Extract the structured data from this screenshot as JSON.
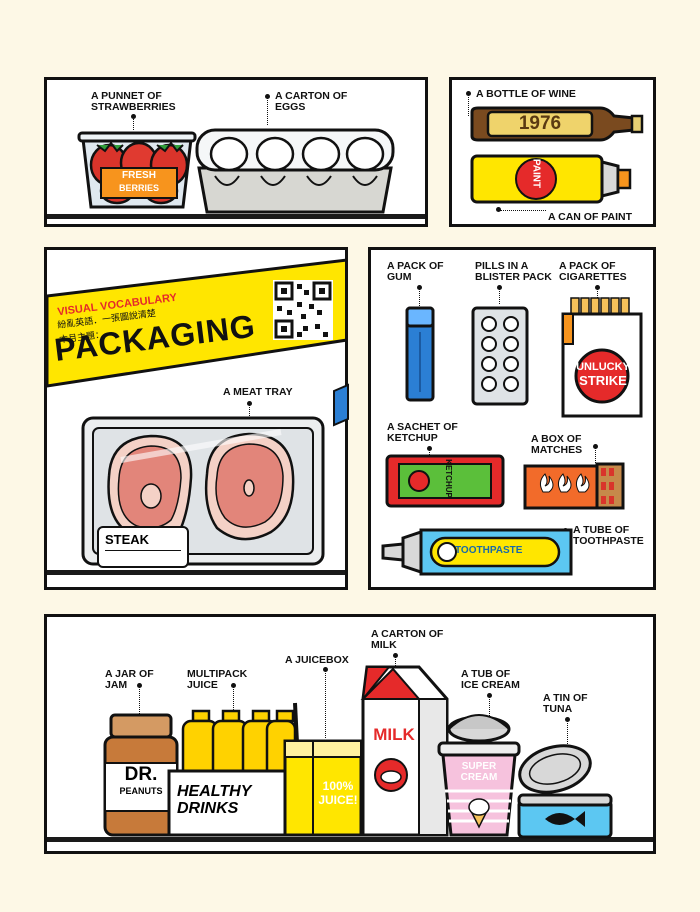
{
  "title": {
    "series": "VISUAL VOCABULARY",
    "subtitle": "紛亂英語．一張圖說清楚",
    "topic_prefix": "本月主題：",
    "topic": "PACKAGING"
  },
  "items": {
    "strawberries": {
      "label": "A PUNNET OF\nSTRAWBERRIES",
      "tag1": "FRESH",
      "tag2": "BERRIES"
    },
    "eggs": {
      "label": "A CARTON OF\nEGGS"
    },
    "wine": {
      "label": "A BOTTLE OF WINE",
      "year": "1976"
    },
    "paint": {
      "label": "A CAN OF PAINT",
      "text": "PAINT"
    },
    "gum": {
      "label": "A PACK OF\nGUM"
    },
    "pills": {
      "label": "PILLS IN A\nBLISTER PACK"
    },
    "cigarettes": {
      "label": "A PACK OF\nCIGARETTES",
      "brand1": "UNLUCKY",
      "brand2": "STRIKE"
    },
    "meat_tray": {
      "label": "A MEAT TRAY",
      "tag": "STEAK"
    },
    "ketchup": {
      "label": "A SACHET OF\nKETCHUP",
      "text": "KETCHUP"
    },
    "matches": {
      "label": "A BOX OF\nMATCHES"
    },
    "toothpaste": {
      "label": "A TUBE OF\nTOOTHPASTE",
      "text": "TOOTHPASTE"
    },
    "jam": {
      "label": "A JAR OF\nJAM",
      "brand1": "DR.",
      "brand2": "PEANUTS"
    },
    "multipack": {
      "label": "MULTIPACK\nJUICE",
      "text1": "HEALTHY",
      "text2": "DRINKS"
    },
    "juicebox": {
      "label": "A JUICEBOX",
      "text1": "100%",
      "text2": "JUICE!"
    },
    "milk": {
      "label": "A CARTON OF\nMILK",
      "text": "MILK"
    },
    "icecream": {
      "label": "A TUB OF\nICE CREAM",
      "text1": "SUPER",
      "text2": "CREAM"
    },
    "tuna": {
      "label": "A TIN OF\nTUNA"
    }
  },
  "colors": {
    "ink": "#111111",
    "yellow": "#ffe600",
    "red": "#e52a2a",
    "orange": "#f7941d",
    "blue": "#2b7fd4",
    "bg": "#fdf8e6"
  }
}
